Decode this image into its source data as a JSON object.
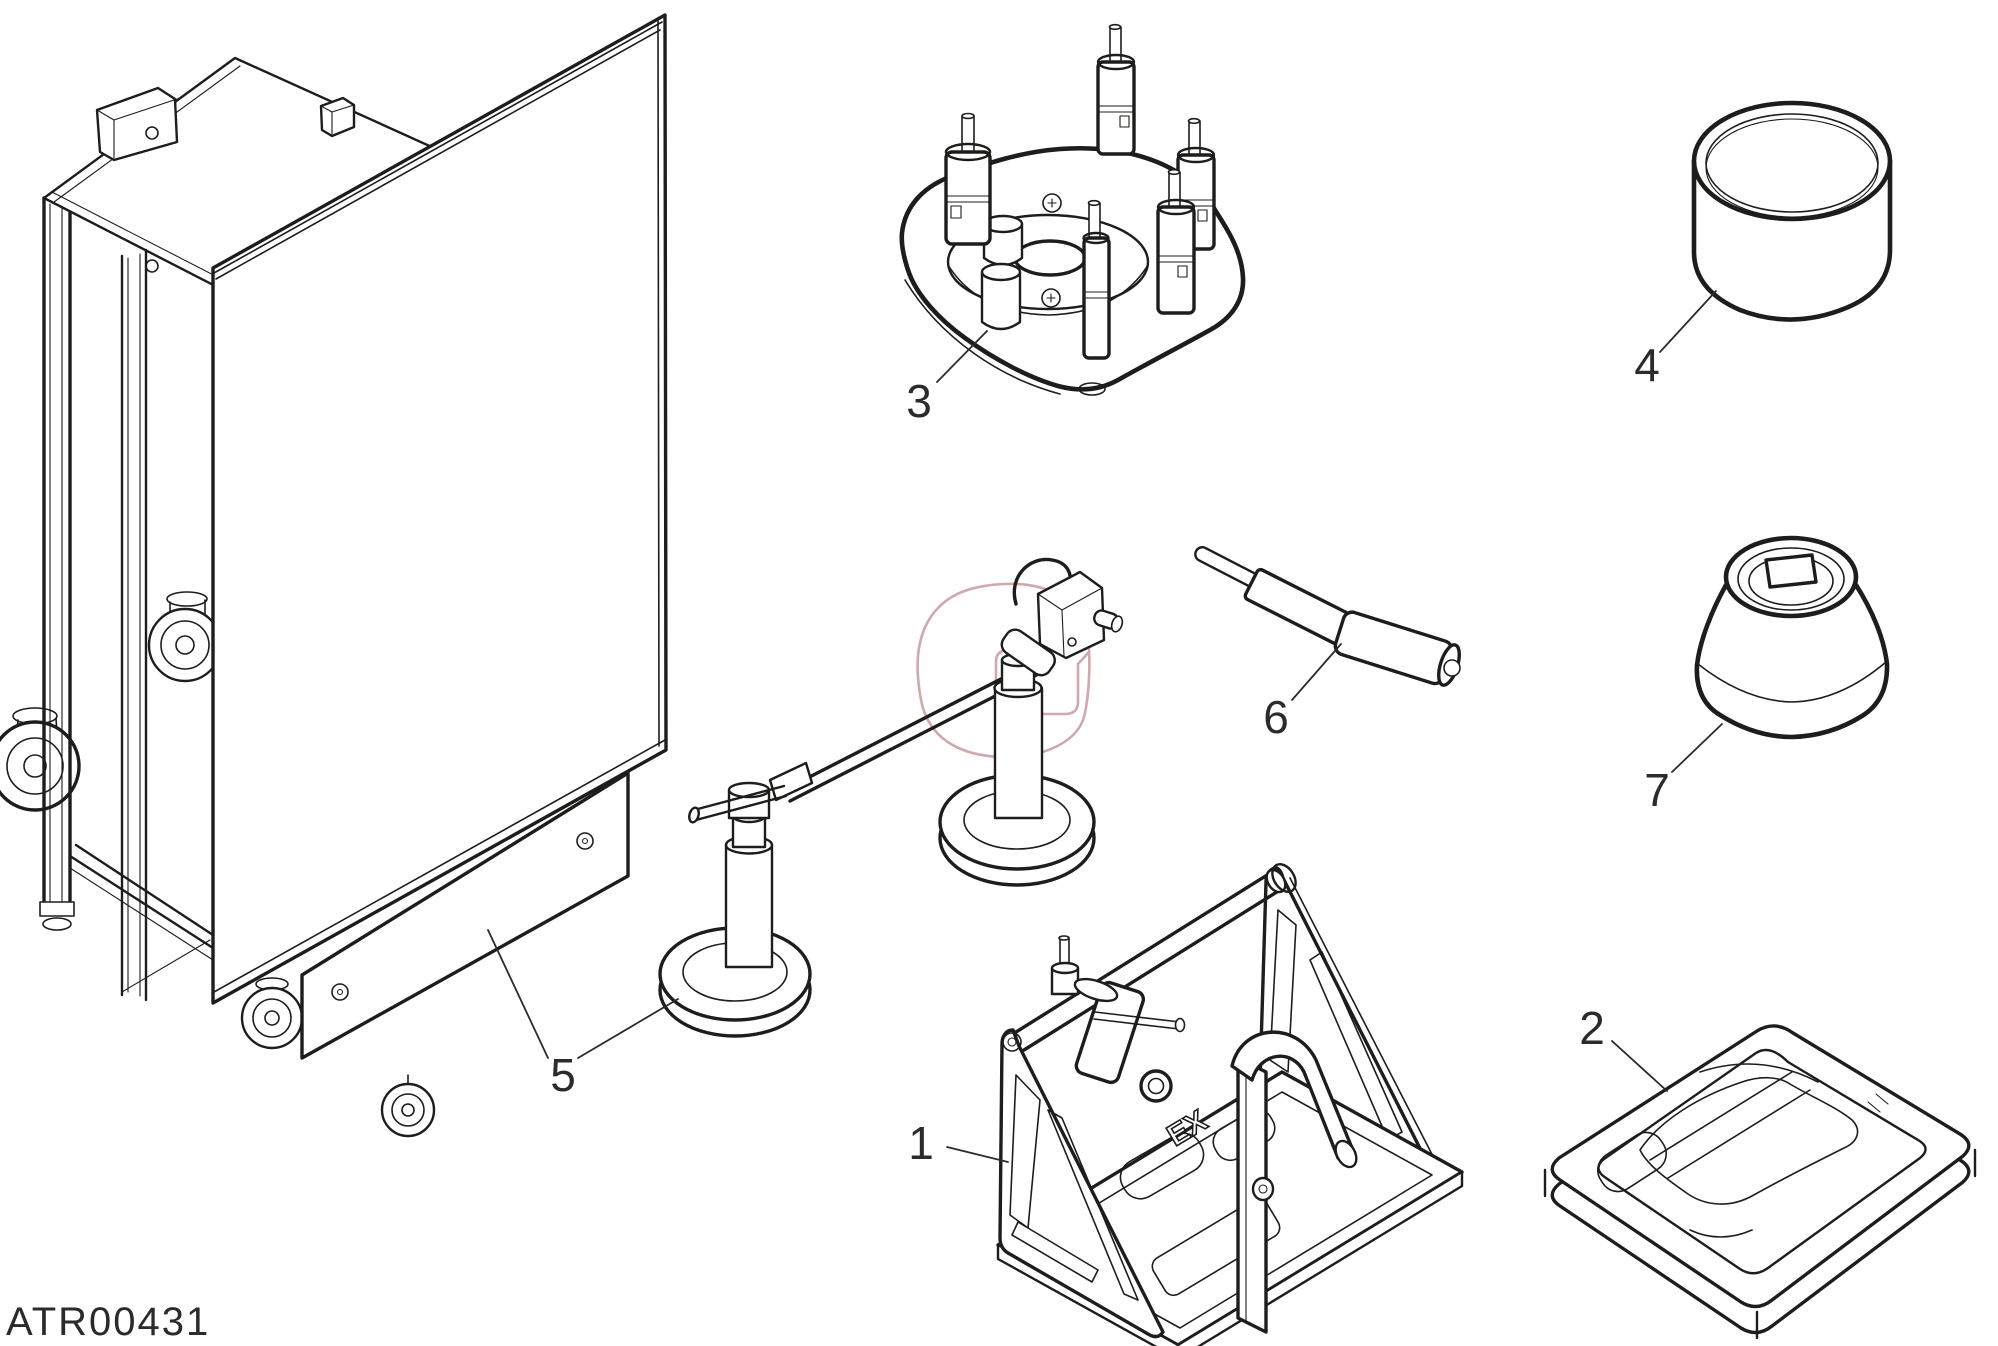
{
  "diagram": {
    "code": "ATR00431",
    "background": "#ffffff",
    "line_color": "#1d1d1b"
  },
  "watermark": {
    "fill": "#f7e9eb",
    "stroke": "#cfa9ae"
  },
  "markings": {
    "frame_plate": "EX"
  },
  "callouts": [
    {
      "number": "1"
    },
    {
      "number": "2"
    },
    {
      "number": "3"
    },
    {
      "number": "4"
    },
    {
      "number": "5"
    },
    {
      "number": "6"
    },
    {
      "number": "7"
    }
  ]
}
